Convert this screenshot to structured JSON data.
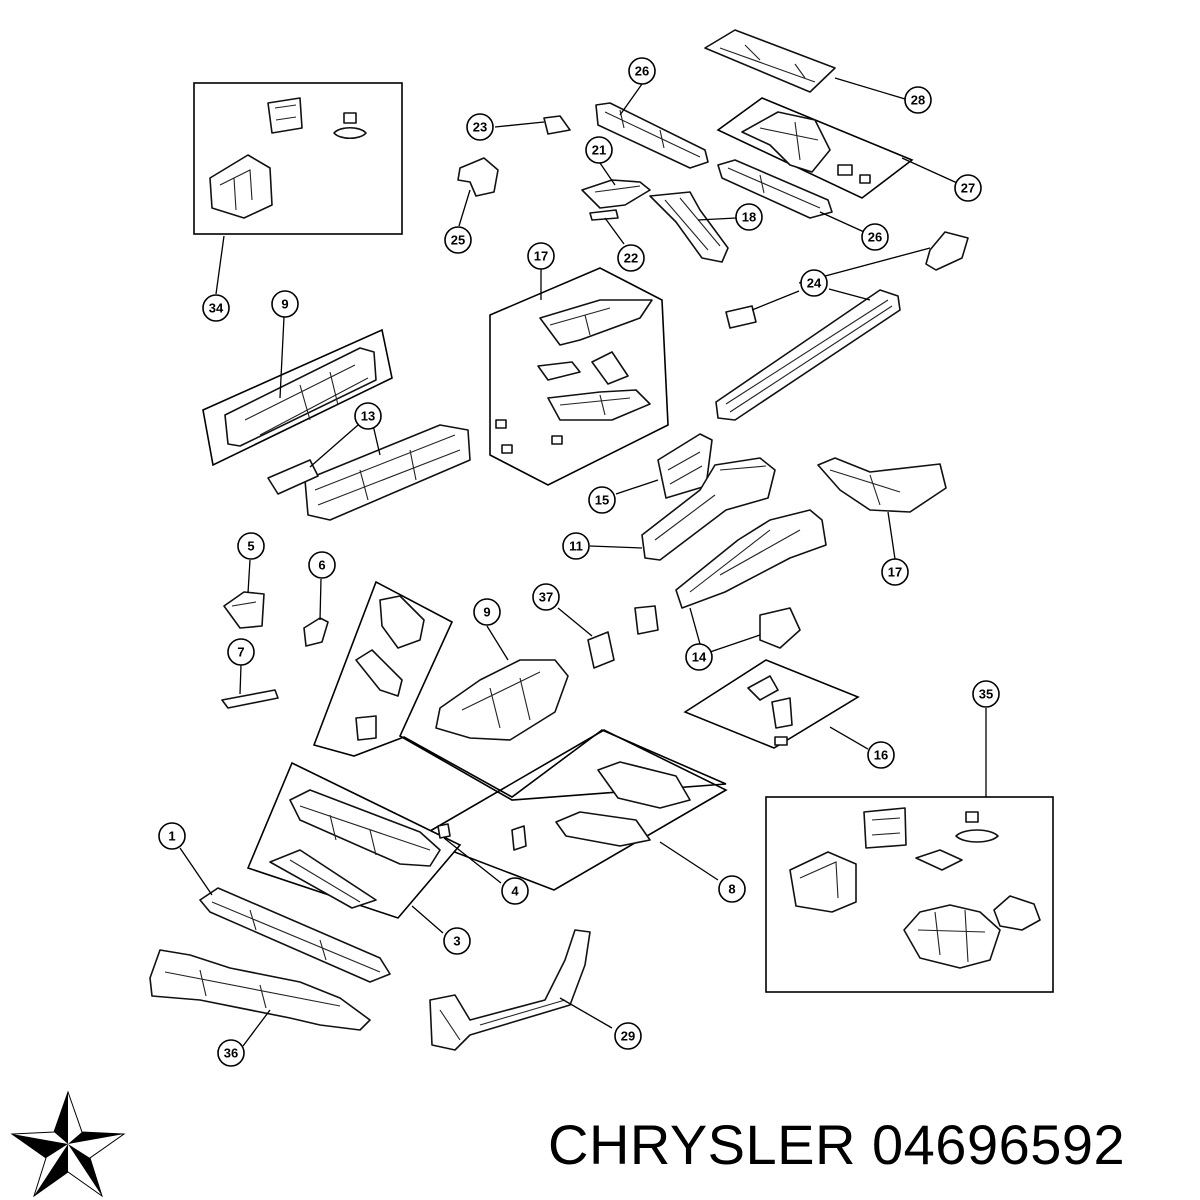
{
  "brand": {
    "text": "CHRYSLER 04696592",
    "logo_icon": "pentastar-logo-icon"
  },
  "callouts": [
    "1",
    "3",
    "4",
    "5",
    "6",
    "7",
    "8",
    "9",
    "11",
    "11",
    "13",
    "14",
    "14",
    "15",
    "16",
    "17",
    "18",
    "21",
    "22",
    "23",
    "24",
    "24",
    "24",
    "25",
    "26",
    "26",
    "27",
    "28",
    "29",
    "34",
    "35",
    "36",
    "37"
  ],
  "colors": {
    "line": "#000000",
    "background": "#ffffff"
  }
}
